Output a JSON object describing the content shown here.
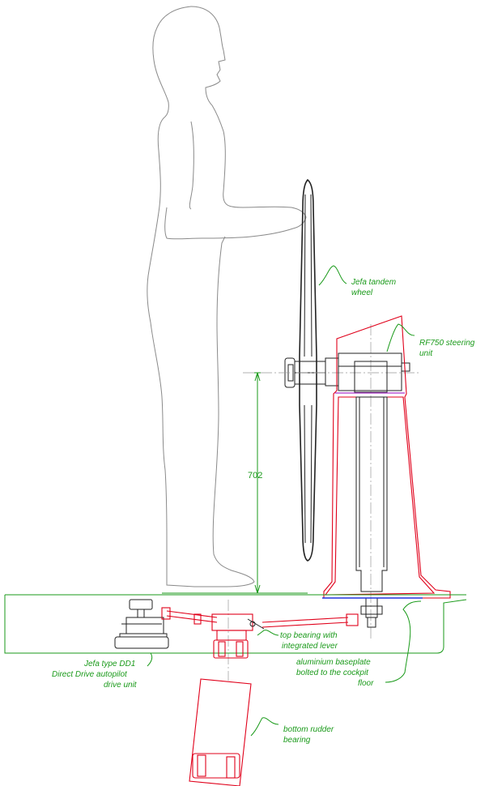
{
  "labels": {
    "tandem_wheel_1": "Jefa tandem",
    "tandem_wheel_2": "wheel",
    "steering_unit_1": "RF750 steering",
    "steering_unit_2": "unit",
    "dimension": "702",
    "top_bearing_1": "top bearing with",
    "top_bearing_2": "integrated lever",
    "baseplate_1": "aluminium baseplate",
    "baseplate_2": "bolted to the cockpit",
    "baseplate_3": "floor",
    "autopilot_1": "Jefa type DD1",
    "autopilot_2": "Direct Drive autopilot",
    "autopilot_3": "drive unit",
    "bottom_bearing_1": "bottom rudder",
    "bottom_bearing_2": "bearing"
  },
  "colors": {
    "outline": "#222222",
    "figure": "#8a8a8a",
    "annotation": "#1a9a1a",
    "section": "#e0001a",
    "plate": "#2233dd"
  }
}
